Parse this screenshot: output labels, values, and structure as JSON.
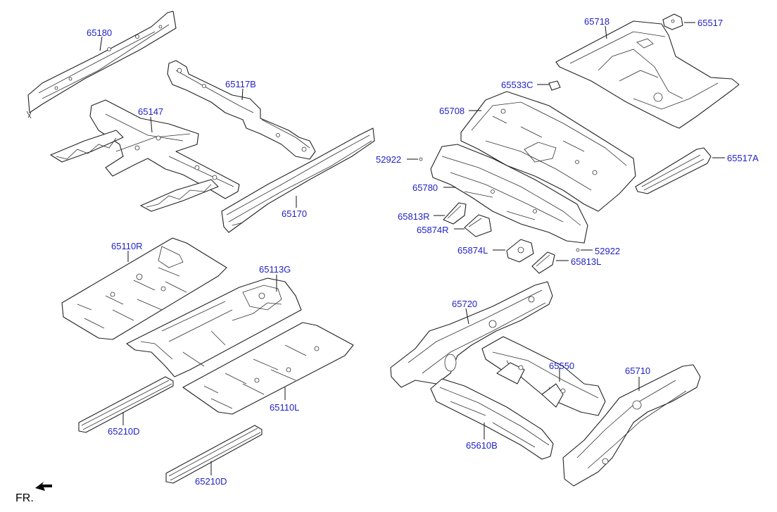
{
  "diagram": {
    "labels": {
      "p65180": "65180",
      "p65117B": "65117B",
      "p65147": "65147",
      "p65170": "65170",
      "p65110R": "65110R",
      "p65113G": "65113G",
      "p65110L": "65110L",
      "p65210D_a": "65210D",
      "p65210D_b": "65210D",
      "p65718": "65718",
      "p65517": "65517",
      "p65533C": "65533C",
      "p65708": "65708",
      "p52922_a": "52922",
      "p65517A": "65517A",
      "p65780": "65780",
      "p65813R": "65813R",
      "p65874R": "65874R",
      "p65874L": "65874L",
      "p52922_b": "52922",
      "p65813L": "65813L",
      "p65720": "65720",
      "p65550": "65550",
      "p65710": "65710",
      "p65610B": "65610B"
    },
    "front_indicator": "FR.",
    "label_color": "#1f1fc8"
  }
}
